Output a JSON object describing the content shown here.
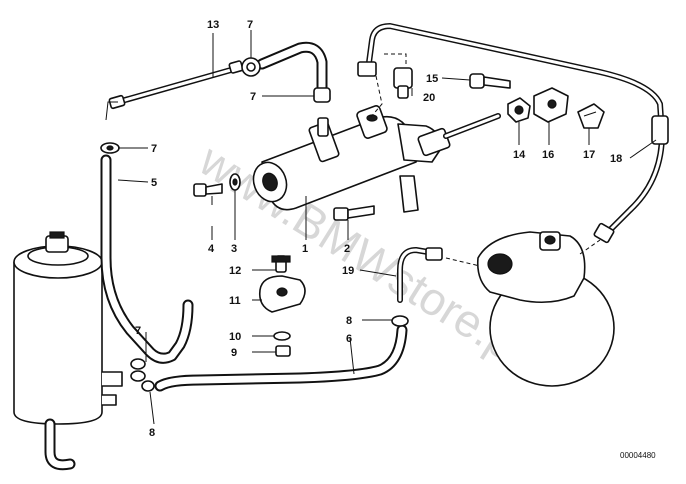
{
  "watermark": "www.BMWstore.pl",
  "reference_number": "00004480",
  "callouts": {
    "c1": "1",
    "c2": "2",
    "c3": "3",
    "c4": "4",
    "c5": "5",
    "c6": "6",
    "c7a": "7",
    "c7b": "7",
    "c7c": "7",
    "c7d": "7",
    "c8a": "8",
    "c8b": "8",
    "c9": "9",
    "c10": "10",
    "c11": "11",
    "c12": "12",
    "c13": "13",
    "c14": "14",
    "c15": "15",
    "c16": "16",
    "c17": "17",
    "c18": "18",
    "c19": "19",
    "c20": "20"
  }
}
